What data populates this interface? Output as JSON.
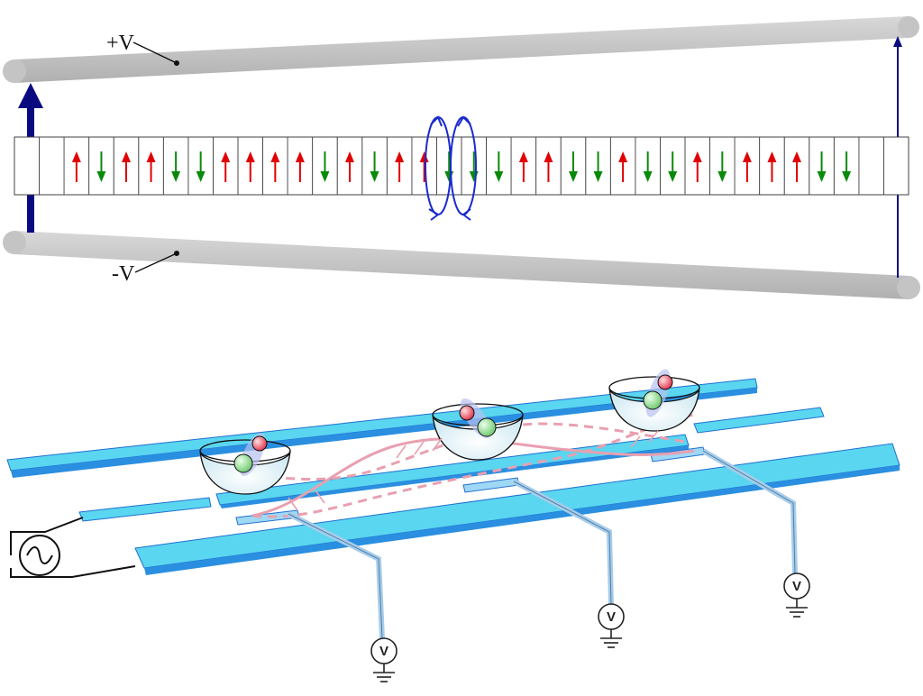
{
  "top_panel": {
    "rail_top_label": "+V",
    "rail_bottom_label": "-V",
    "spins": [
      "",
      "",
      "up",
      "down",
      "up",
      "up",
      "down",
      "down",
      "up",
      "up",
      "up",
      "up",
      "down",
      "up",
      "down",
      "up",
      "up",
      "down",
      "down",
      "down",
      "up",
      "up",
      "down",
      "down",
      "up",
      "down",
      "down",
      "up",
      "down",
      "up",
      "up",
      "up",
      "down",
      "down",
      "",
      ""
    ],
    "colors": {
      "up": "#e00000",
      "down": "#0a8a0a",
      "field": "#0a0a80",
      "loop": "#1a2ad0",
      "rail": "#c8c8c8"
    }
  },
  "bottom_panel": {
    "voltmeter_label": "V",
    "voltmeters": [
      {
        "id": "v1",
        "label": "V"
      },
      {
        "id": "v2",
        "label": "V"
      },
      {
        "id": "v3",
        "label": "V"
      }
    ],
    "colors": {
      "electrode": "#5ad6f0",
      "electrode_edge": "#1f6fd0",
      "wave": "#e8a0b0",
      "lead": "#a9cde8"
    }
  }
}
